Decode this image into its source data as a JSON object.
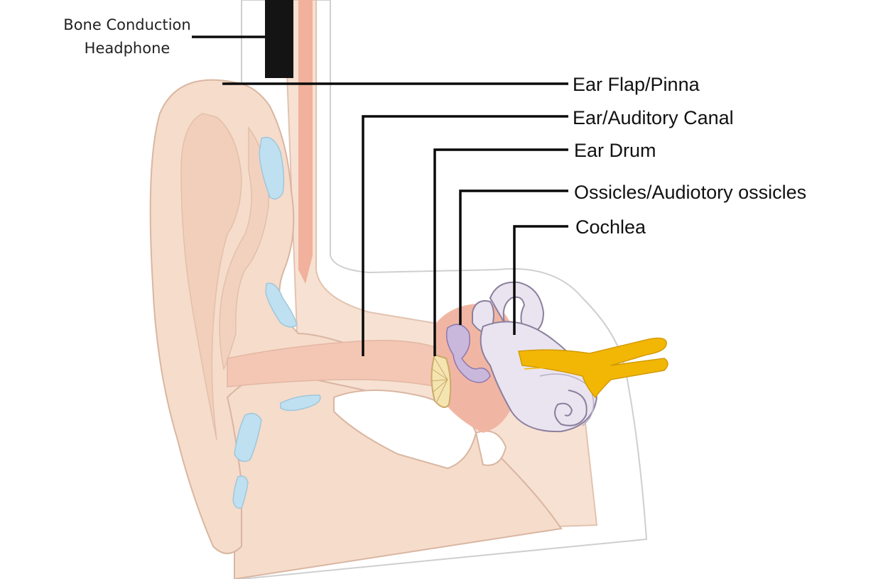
{
  "labels": {
    "headphone_line1": "Bone Conduction",
    "headphone_line2": "Headphone",
    "pinna": "Ear Flap/Pinna",
    "canal": "Ear/Auditory Canal",
    "drum": "Ear Drum",
    "ossicles": "Ossicles/Audiotory ossicles",
    "cochlea": "Cochlea"
  },
  "colors": {
    "skin": "#f6dccb",
    "skin_outline": "#d9b6a2",
    "skin_shadow": "#efcbb6",
    "cartilage": "#bfe0f0",
    "canal_pink": "#f3b9a6",
    "cochlea": "#e9e4ef",
    "nerve": "#f2b705",
    "ossicle": "#c9b8dc",
    "headphone": "#141414"
  }
}
